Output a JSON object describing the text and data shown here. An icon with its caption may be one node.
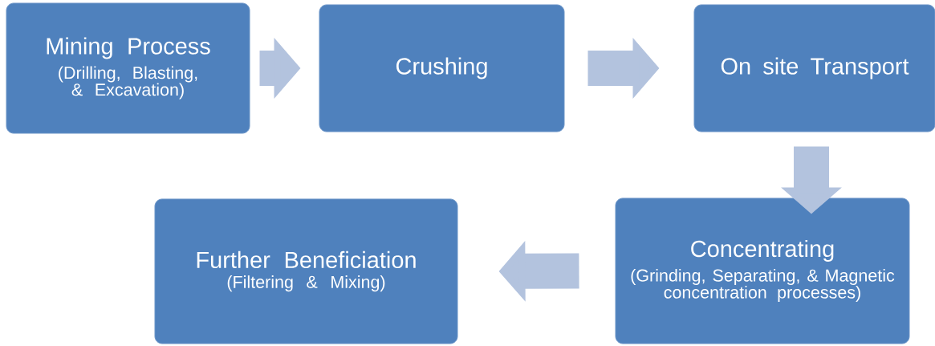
{
  "diagram": {
    "nodes": [
      {
        "text": [
          "Mining Process",
          "(Drilling, Blasting, & Excavation)"
        ]
      },
      {
        "text": [
          "Crushing"
        ]
      },
      {
        "text": [
          "On site Transport"
        ]
      },
      {
        "text": [
          "Concentrating",
          "(Grinding, Separating, & Magnetic concentration processes)"
        ]
      },
      {
        "text": [
          "Further Beneficiation",
          "(Filtering & Mixing)"
        ]
      }
    ],
    "edges": [
      {
        "from": 0,
        "to": 1,
        "arrow": "to"
      },
      {
        "from": 1,
        "to": 2,
        "arrow": "to"
      },
      {
        "from": 2,
        "to": 3,
        "arrow": "to"
      },
      {
        "from": 3,
        "to": 4,
        "arrow": "to"
      }
    ]
  }
}
